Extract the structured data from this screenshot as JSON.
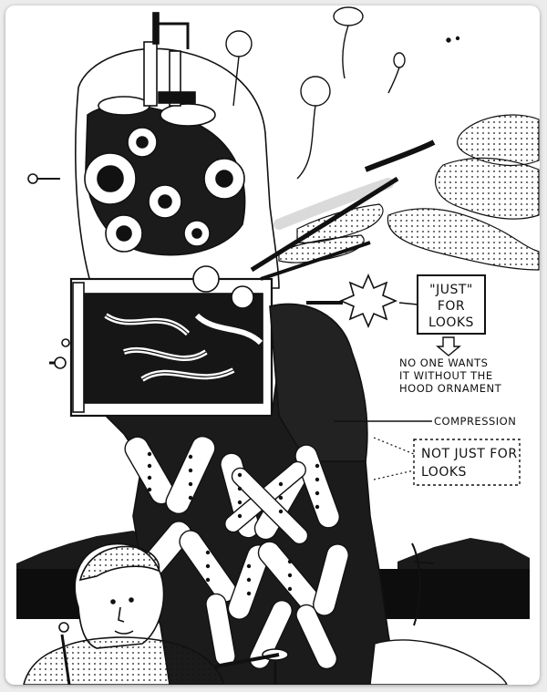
{
  "illustration": {
    "labels": {
      "just_line1": "\"JUST\"",
      "just_line2": "FOR",
      "just_line3": "LOOKS",
      "note_line1": "NO ONE WANTS",
      "note_line2": "IT WITHOUT THE",
      "note_line3": "HOOD ORNAMENT",
      "compression": "COMPRESSION",
      "not_just_line1": "NOT JUST FOR",
      "not_just_line2": "LOOKS"
    },
    "colors": {
      "ink": "#111111",
      "paper": "#ffffff",
      "frame": "#ececec"
    }
  }
}
